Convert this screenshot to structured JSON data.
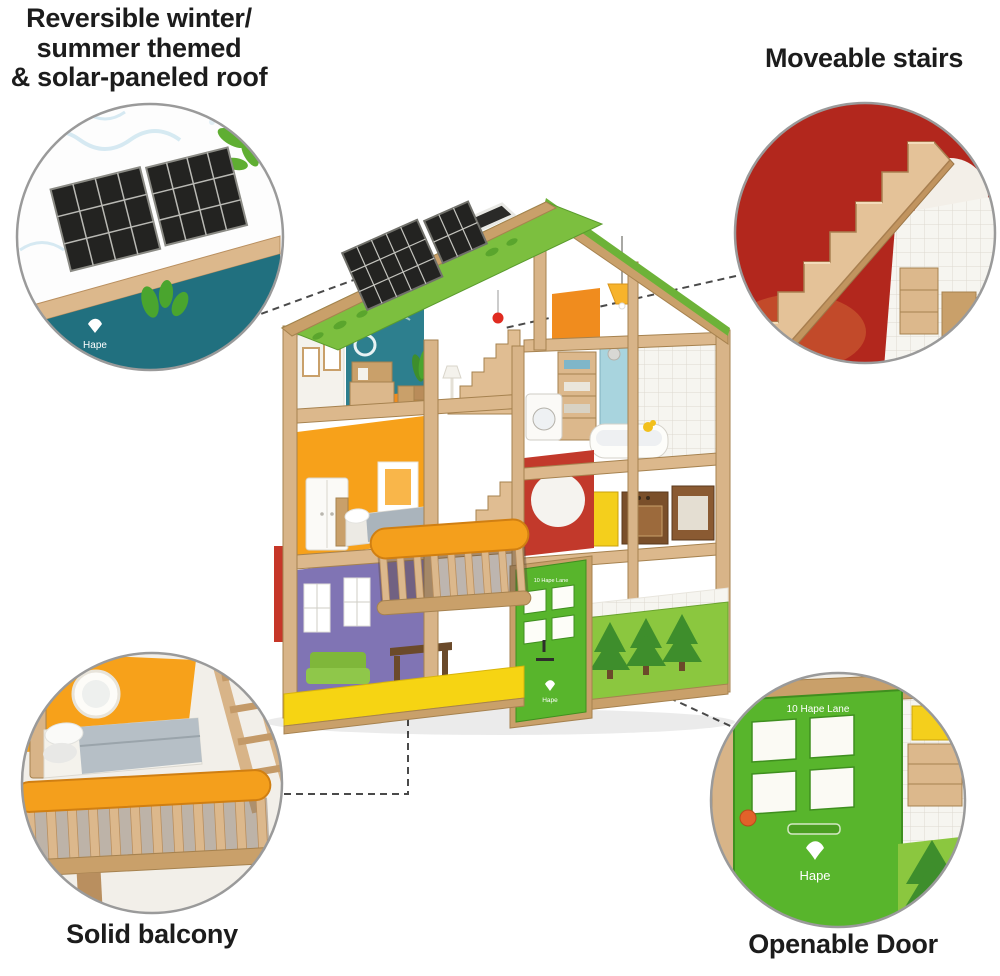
{
  "labels": {
    "roof_feature": {
      "lines": [
        "Reversible winter/",
        "summer themed",
        "& solar-paneled roof"
      ]
    },
    "stairs_feature": "Moveable stairs",
    "balcony_feature": "Solid balcony",
    "door_feature": "Openable Door"
  },
  "house": {
    "door_address": "10 Hape Lane",
    "brand": "Hape"
  },
  "callouts": {
    "roof": {
      "brand": "Hape"
    },
    "door": {
      "address": "10 Hape Lane",
      "brand": "Hape"
    }
  },
  "icons": {
    "brand_logo": "hape-bird-logo",
    "solar_panel": "solar-panel-grid",
    "trees": "pine-tree-decal"
  },
  "colors": {
    "roof_green": "#7cbf3f",
    "solar_panel_black": "#232321",
    "wood_light": "#dcb88c",
    "wood_mid": "#c9a06a",
    "wood_dark": "#a6824f",
    "wall_teal": "#2d7f8e",
    "wall_orange": "#f7a11a",
    "wall_purple": "#8074b4",
    "wall_red": "#c2392b",
    "base_yellow": "#f6d413",
    "door_green": "#58b52c",
    "tree_green": "#3e8e2c",
    "callout_red": "#b5281e",
    "label_text": "#1c1c1c",
    "circle_border": "#9a9a9a",
    "leader_line": "#4a4a4a"
  }
}
